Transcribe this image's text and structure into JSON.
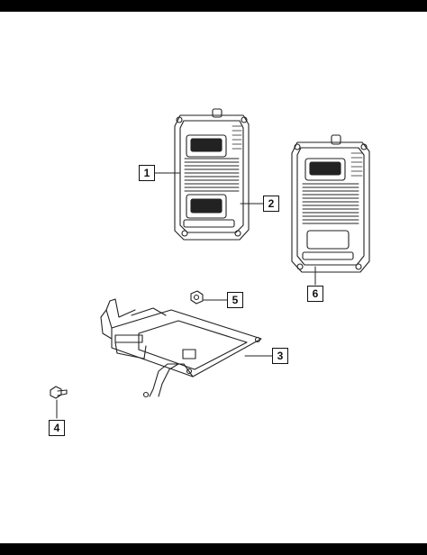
{
  "callouts": [
    {
      "id": "1",
      "label": "1"
    },
    {
      "id": "2",
      "label": "2"
    },
    {
      "id": "3",
      "label": "3"
    },
    {
      "id": "4",
      "label": "4"
    },
    {
      "id": "5",
      "label": "5"
    },
    {
      "id": "6",
      "label": "6"
    }
  ],
  "colors": {
    "frame": "#000000",
    "line": "#222222",
    "background": "#ffffff"
  }
}
